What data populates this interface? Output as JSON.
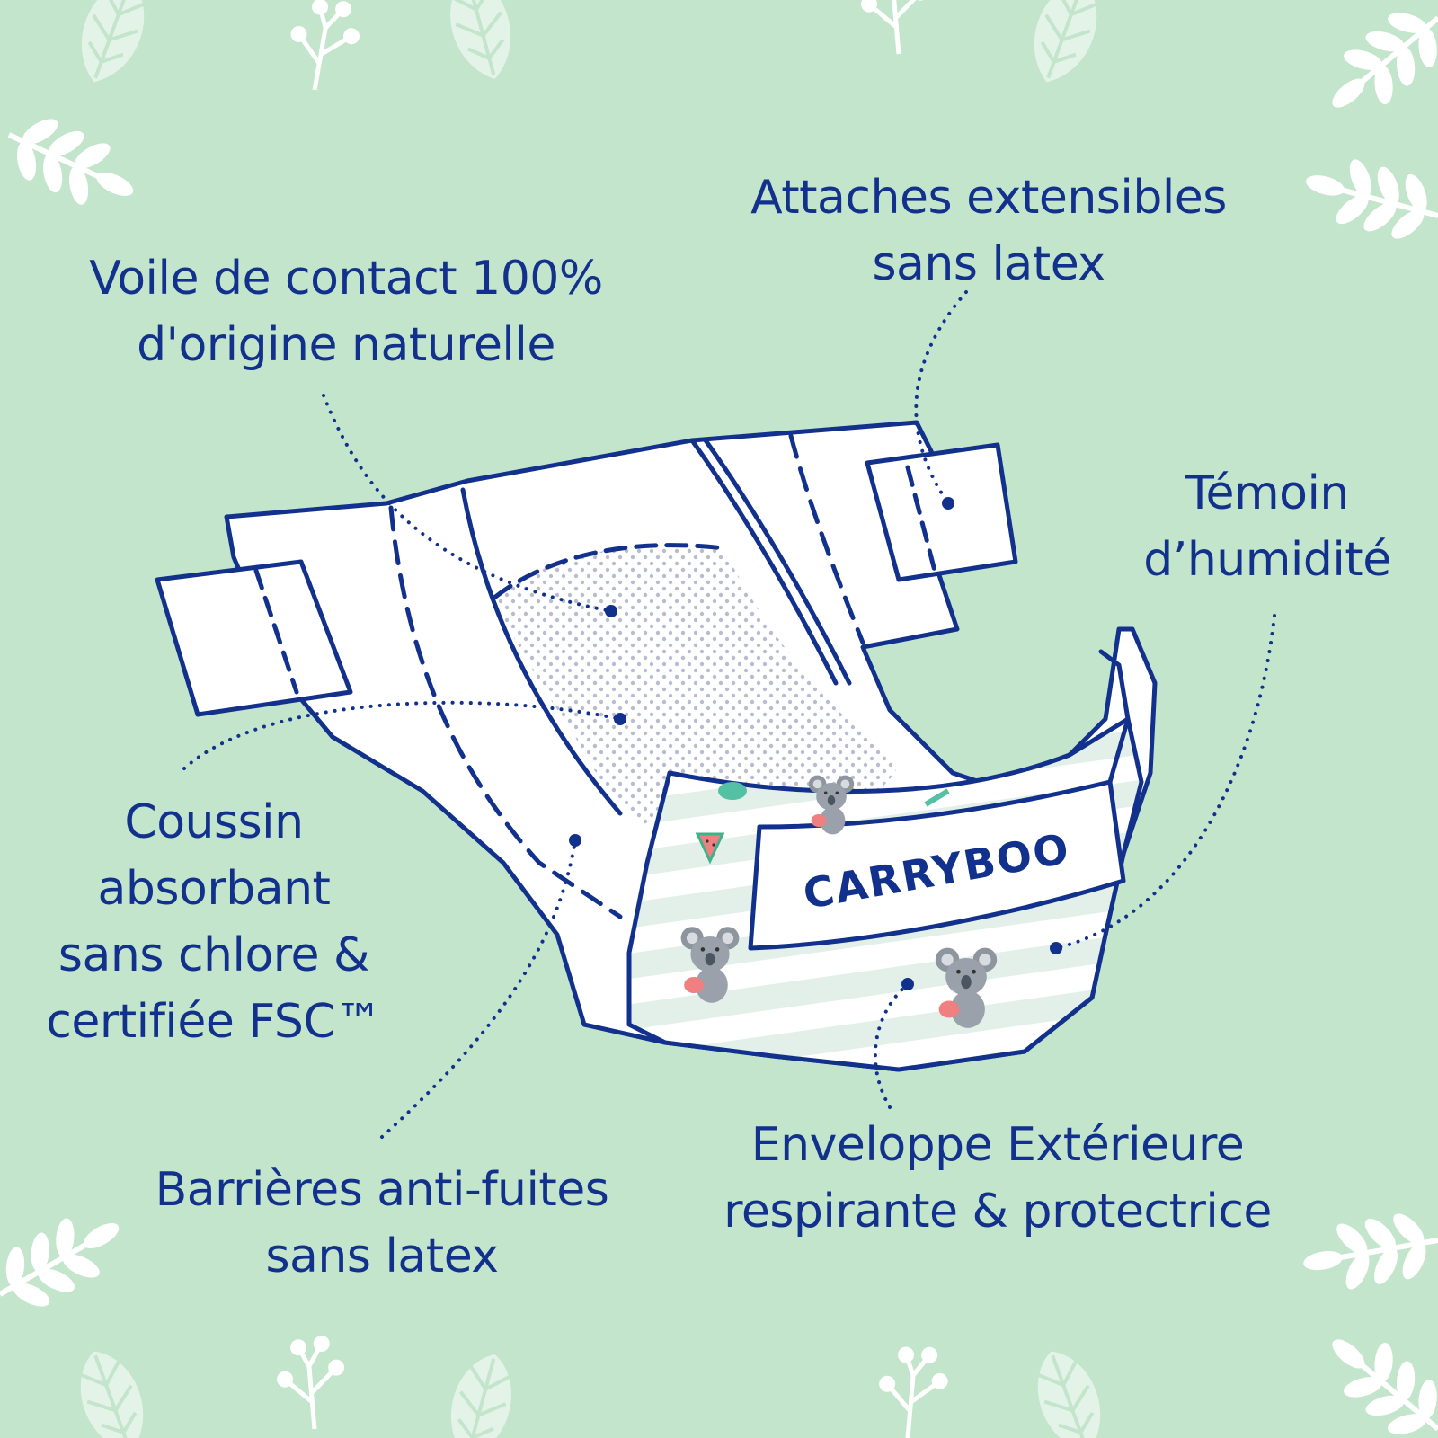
{
  "brand": {
    "name": "CARRYBOO",
    "text_color": "#12318c",
    "background": "#c3e5cb"
  },
  "callouts": [
    {
      "id": "voile",
      "lines": [
        "Voile de contact 100%",
        "d'origine naturelle"
      ]
    },
    {
      "id": "attaches",
      "lines": [
        "Attaches extensibles",
        "sans latex"
      ]
    },
    {
      "id": "temoin",
      "lines": [
        "Témoin",
        "d’humidité"
      ]
    },
    {
      "id": "coussin",
      "lines": [
        "Coussin",
        "absorbant",
        "sans chlore &",
        "certifiée FSC™"
      ]
    },
    {
      "id": "barrieres",
      "lines": [
        "Barrières anti-fuites",
        "sans latex"
      ]
    },
    {
      "id": "enveloppe",
      "lines": [
        "Enveloppe Extérieure",
        "respirante & protectrice"
      ]
    }
  ],
  "icons": [
    "leaf-icon",
    "branch-icon",
    "berry-sprig-icon",
    "koala-icon",
    "watermelon-icon"
  ]
}
